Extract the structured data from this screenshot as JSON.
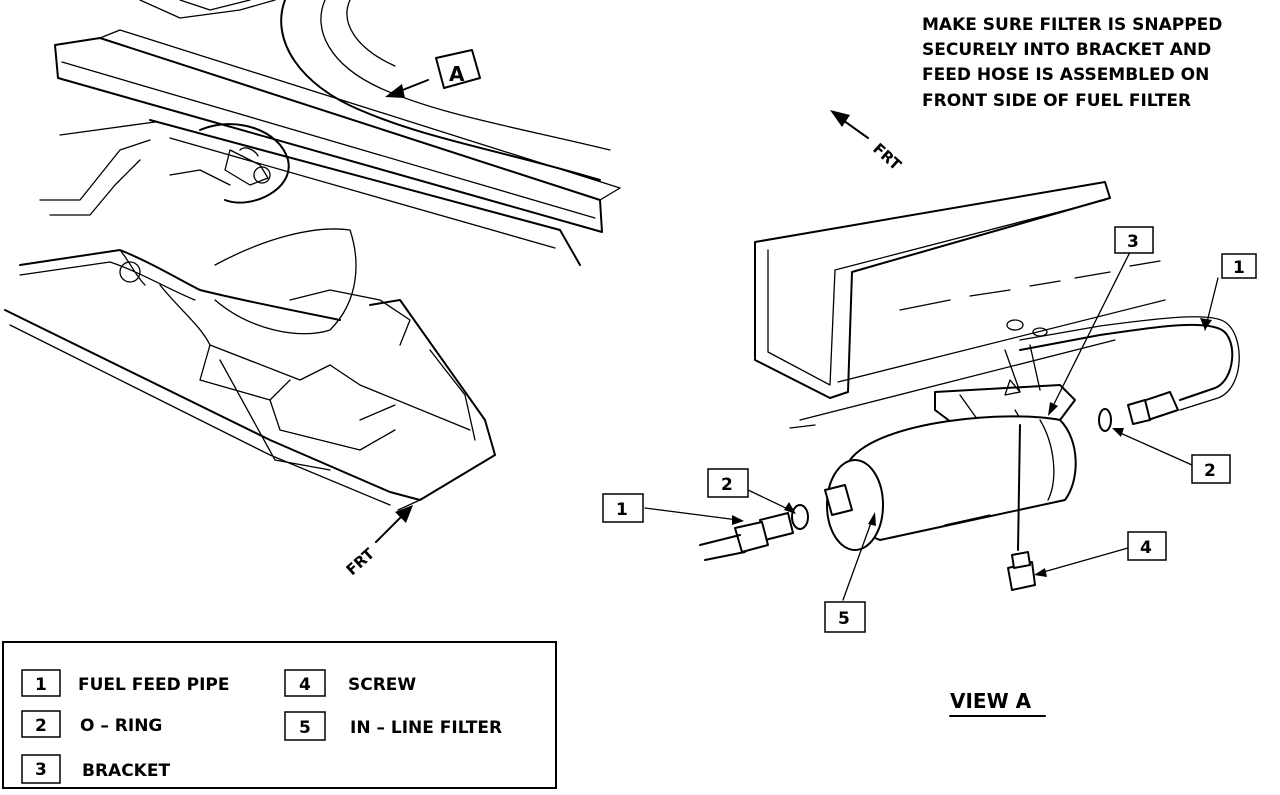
{
  "note": [
    "MAKE SURE FILTER IS SNAPPED",
    "SECURELY INTO BRACKET AND",
    "FEED HOSE IS ASSEMBLED ON",
    "FRONT SIDE OF FUEL FILTER"
  ],
  "view_letter": "A",
  "frt": "FRT",
  "view_title": "VIEW A",
  "callouts": {
    "c1_top": "1",
    "c3_top": "3",
    "c2_right": "2",
    "c4": "4",
    "c1_left": "1",
    "c2_left": "2",
    "c5": "5"
  },
  "legend": [
    {
      "num": "1",
      "text": "FUEL FEED PIPE"
    },
    {
      "num": "2",
      "text": "O – RING"
    },
    {
      "num": "3",
      "text": "BRACKET"
    },
    {
      "num": "4",
      "text": "SCREW"
    },
    {
      "num": "5",
      "text": "IN – LINE FILTER"
    }
  ]
}
